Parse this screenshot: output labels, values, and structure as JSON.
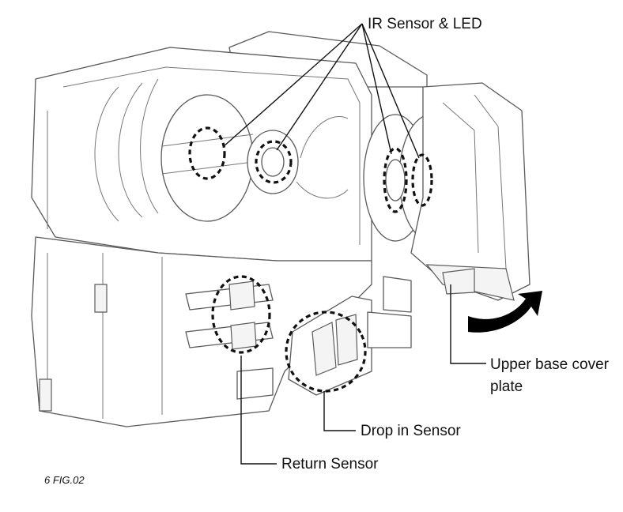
{
  "labels": {
    "ir_sensor": "IR Sensor & LED",
    "upper_base_cover_line1": "Upper base cover",
    "upper_base_cover_line2": "plate",
    "drop_in_sensor": "Drop in Sensor",
    "return_sensor": "Return Sensor",
    "figure_caption": "6 FIG.02"
  },
  "icons": {
    "rotation_arrow": "curved-arrow-icon"
  },
  "colors": {
    "line": "#5a5a5a",
    "label": "#111111",
    "arrow": "#000000"
  }
}
